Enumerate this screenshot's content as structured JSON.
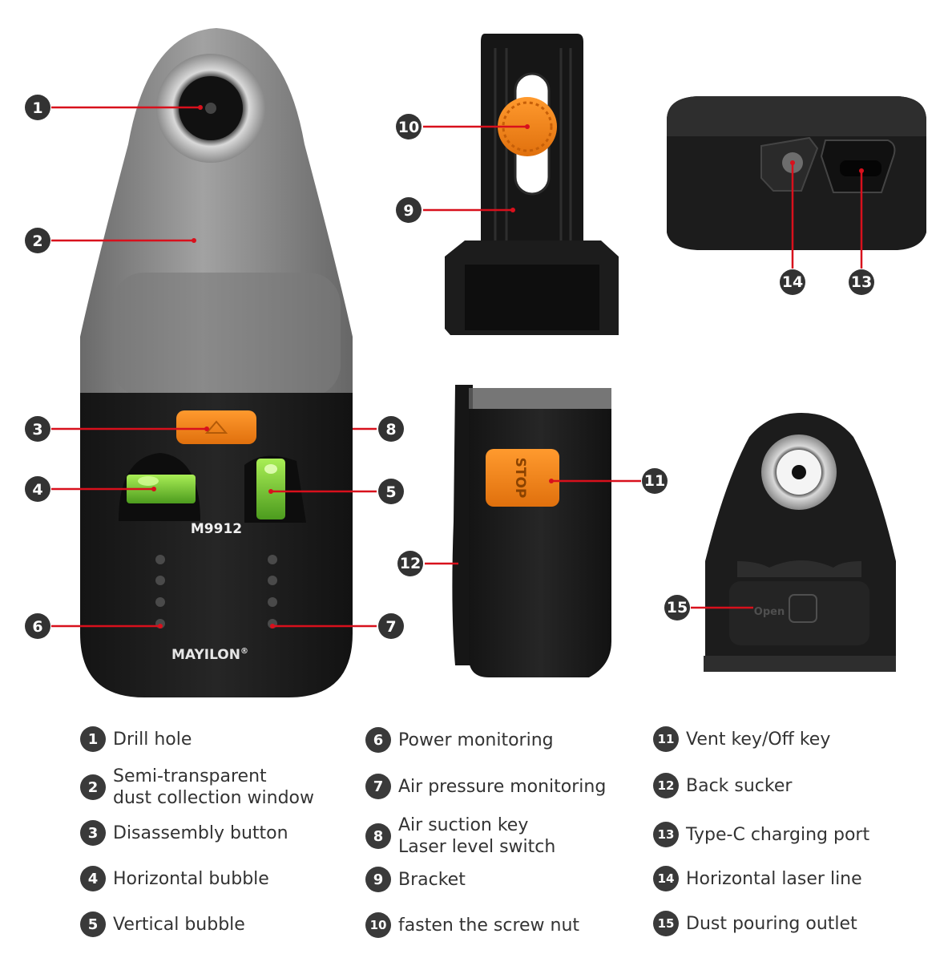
{
  "product": {
    "model": "M9912",
    "brand": "MAYILON",
    "trademark": "®",
    "stop_label": "STOP",
    "open_label": "Open"
  },
  "legend": [
    {
      "num": "1",
      "lines": [
        "Drill hole"
      ]
    },
    {
      "num": "2",
      "lines": [
        "Semi-transparent",
        "dust collection window"
      ]
    },
    {
      "num": "3",
      "lines": [
        "Disassembly button"
      ]
    },
    {
      "num": "4",
      "lines": [
        "Horizontal bubble"
      ]
    },
    {
      "num": "5",
      "lines": [
        "Vertical bubble"
      ]
    },
    {
      "num": "6",
      "lines": [
        "Power monitoring"
      ]
    },
    {
      "num": "7",
      "lines": [
        "Air pressure monitoring"
      ]
    },
    {
      "num": "8",
      "lines": [
        "Air suction key",
        "Laser level switch"
      ]
    },
    {
      "num": "9",
      "lines": [
        "Bracket"
      ]
    },
    {
      "num": "10",
      "lines": [
        "fasten the screw nut"
      ]
    },
    {
      "num": "11",
      "lines": [
        "Vent key/Off key"
      ]
    },
    {
      "num": "12",
      "lines": [
        "Back sucker"
      ]
    },
    {
      "num": "13",
      "lines": [
        "Type-C charging port"
      ]
    },
    {
      "num": "14",
      "lines": [
        "Horizontal laser line"
      ]
    },
    {
      "num": "15",
      "lines": [
        "Dust pouring outlet"
      ]
    }
  ],
  "colors": {
    "leader": "#d8101c",
    "accent_orange": "#f08a1e",
    "body_black": "#1b1b1b",
    "bubble_green": "#7fd63a"
  }
}
